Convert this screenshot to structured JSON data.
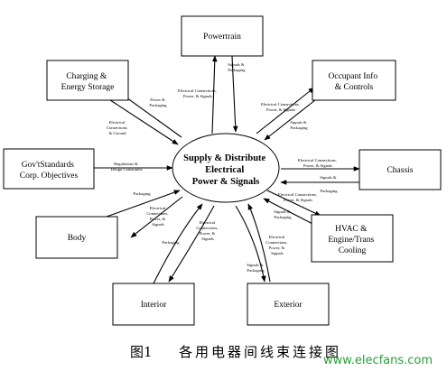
{
  "center": {
    "lines": [
      "Supply & Distribute",
      "Electrical",
      "Power & Signals"
    ]
  },
  "boxes": {
    "powertrain": [
      "Powertrain"
    ],
    "charging": [
      "Charging &",
      "Energy Storage"
    ],
    "occupant": [
      "Occupant Info",
      "& Controls"
    ],
    "govstd": [
      "Gov'tStandards",
      "Corp. Objectives"
    ],
    "chassis": [
      "Chassis"
    ],
    "body": [
      "Body"
    ],
    "hvac": [
      "HVAC &",
      "Engine/Trans",
      "Cooling"
    ],
    "interior": [
      "Interior"
    ],
    "exterior": [
      "Exterior"
    ]
  },
  "labels": {
    "charging_in": [
      "Power &",
      "Packaging"
    ],
    "charging_out": [
      "Electrical",
      "Connections",
      "& Ground"
    ],
    "powertrain_in": [
      "Electrical Connections,",
      "Power, & Signals"
    ],
    "powertrain_out": [
      "Signals &",
      "Packaging"
    ],
    "occupant_in": [
      "Electrical Connections,",
      "Power, & Signals"
    ],
    "occupant_out": [
      "Signals &",
      "Packaging"
    ],
    "govstd": [
      "Regulations &",
      "Design Constraints"
    ],
    "chassis_in": [
      "Electrical Connections,",
      "Power, & Signals"
    ],
    "chassis_out": [
      "Signals &",
      "Packaging"
    ],
    "body_out": [
      "Packaging"
    ],
    "body_in": [
      "Electrical",
      "Connections,",
      "Power, &",
      "Signals"
    ],
    "hvac_in": [
      "Electrical Connections,",
      "Power, & Signals"
    ],
    "hvac_out": [
      "Signals &",
      "Packaging"
    ],
    "interior_out": [
      "Packaging"
    ],
    "interior_in": [
      "Electrical",
      "Connections,",
      "Power, &",
      "Signals"
    ],
    "exterior_in": [
      "Electrical",
      "Connections,",
      "Power, &",
      "Signals"
    ],
    "exterior_out": [
      "Signals &",
      "Packaging"
    ]
  },
  "caption": {
    "figure": "图1",
    "text": "各用电器间线束连接图"
  },
  "watermark": {
    "text": "www.elecfans.com"
  }
}
